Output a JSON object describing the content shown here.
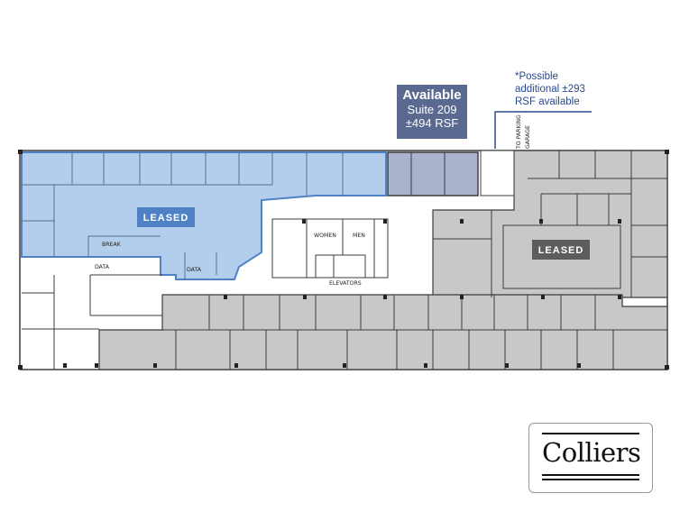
{
  "colors": {
    "leased_blue": "#b3cdec",
    "leased_blue_border": "#4f82c5",
    "available_purple": "#aab2cc",
    "leased_gray": "#c8c8c8",
    "wall": "#3c3c3c",
    "available_badge": "#59698f",
    "leased_badge": "#5d5d5d",
    "note_text": "#2b4a8c"
  },
  "available_callout": {
    "title": "Available",
    "suite": "Suite 209",
    "area": "±494 RSF"
  },
  "note": {
    "line1": "*Possible",
    "line2": "additional ±293",
    "line3": "RSF available"
  },
  "labels": {
    "leased_left": "LEASED",
    "leased_right": "LEASED",
    "break": "BREAK",
    "data_left": "DATA",
    "data_right": "DATA",
    "women": "WOMEN",
    "men": "MEN",
    "elevators": "ELEVATORS",
    "to_parking": "TO PARKING",
    "garage": "GARAGE"
  },
  "logo": {
    "wordmark": "Colliers"
  }
}
